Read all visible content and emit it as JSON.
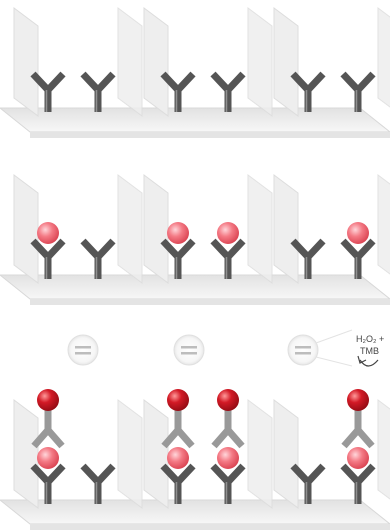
{
  "panels": [
    {
      "name": "panel-capture-antibodies",
      "wells": [
        {
          "antibodies": [
            {
              "antigen": false,
              "detection": false
            },
            {
              "antigen": false,
              "detection": false
            }
          ]
        },
        {
          "antibodies": [
            {
              "antigen": false,
              "detection": false
            },
            {
              "antigen": false,
              "detection": false
            }
          ]
        },
        {
          "antibodies": [
            {
              "antigen": false,
              "detection": false
            },
            {
              "antigen": false,
              "detection": false
            }
          ]
        }
      ]
    },
    {
      "name": "panel-antigen-binding",
      "wells": [
        {
          "antibodies": [
            {
              "antigen": true,
              "detection": false
            },
            {
              "antigen": false,
              "detection": false
            }
          ]
        },
        {
          "antibodies": [
            {
              "antigen": true,
              "detection": false
            },
            {
              "antigen": true,
              "detection": false
            }
          ]
        },
        {
          "antibodies": [
            {
              "antigen": false,
              "detection": false
            },
            {
              "antigen": true,
              "detection": false
            }
          ]
        }
      ]
    },
    {
      "name": "panel-detection-antibodies",
      "wells": [
        {
          "antibodies": [
            {
              "antigen": true,
              "detection": true
            },
            {
              "antigen": false,
              "detection": false
            }
          ]
        },
        {
          "antibodies": [
            {
              "antigen": true,
              "detection": true
            },
            {
              "antigen": true,
              "detection": true
            }
          ]
        },
        {
          "antibodies": [
            {
              "antigen": false,
              "detection": false
            },
            {
              "antigen": true,
              "detection": true
            }
          ]
        }
      ]
    }
  ],
  "wash_steps": [
    {
      "icon": "wash-icon"
    },
    {
      "icon": "wash-icon"
    },
    {
      "icon": "wash-icon"
    }
  ],
  "reagent": {
    "line1": "H₂O₂ +",
    "line2": "TMB",
    "icon": "curved-arrow-icon"
  },
  "colors": {
    "antibody": "#555555",
    "detection_antibody": "#999999",
    "antigen": "#ef5f6c",
    "enzyme": "#c8101e",
    "well_wall": "#eeeeee",
    "plate": "#f0f0f0"
  }
}
